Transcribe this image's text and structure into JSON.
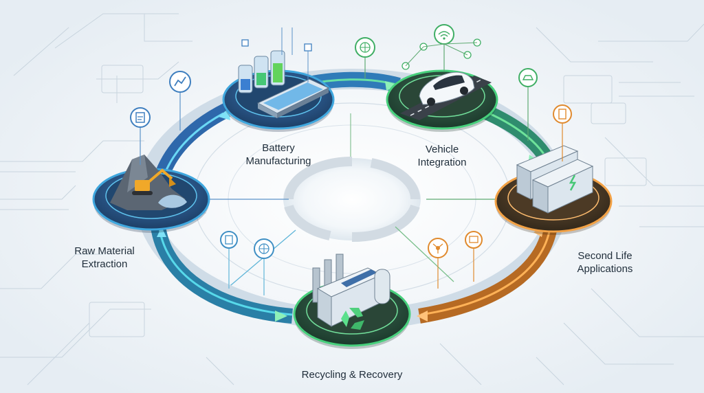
{
  "stages": [
    {
      "id": "raw",
      "label": "Raw Material\nExtraction",
      "color": "#2f6fa8"
    },
    {
      "id": "battery",
      "label": "Battery\nManufacturing",
      "color": "#2f6fa8"
    },
    {
      "id": "vehicle",
      "label": "Vehicle\nIntegration",
      "color": "#3db46a"
    },
    {
      "id": "second",
      "label": "Second Life\nApplications",
      "color": "#e08a2e"
    },
    {
      "id": "recycle",
      "label": "Recycling & Recovery",
      "color": "#3db46a"
    }
  ],
  "icons": [
    {
      "name": "trend-chart-icon"
    },
    {
      "name": "checklist-icon"
    },
    {
      "name": "globe-icon"
    },
    {
      "name": "wifi-icon"
    },
    {
      "name": "car-icon"
    },
    {
      "name": "battery-icon"
    },
    {
      "name": "document-icon"
    },
    {
      "name": "globe-network-icon"
    },
    {
      "name": "network-node-icon"
    },
    {
      "name": "card-icon"
    }
  ],
  "colors": {
    "blue": "#2f7fc2",
    "cyan": "#4fd0ea",
    "green": "#3db46a",
    "orange": "#e08a2e",
    "navy": "#213b5a"
  }
}
